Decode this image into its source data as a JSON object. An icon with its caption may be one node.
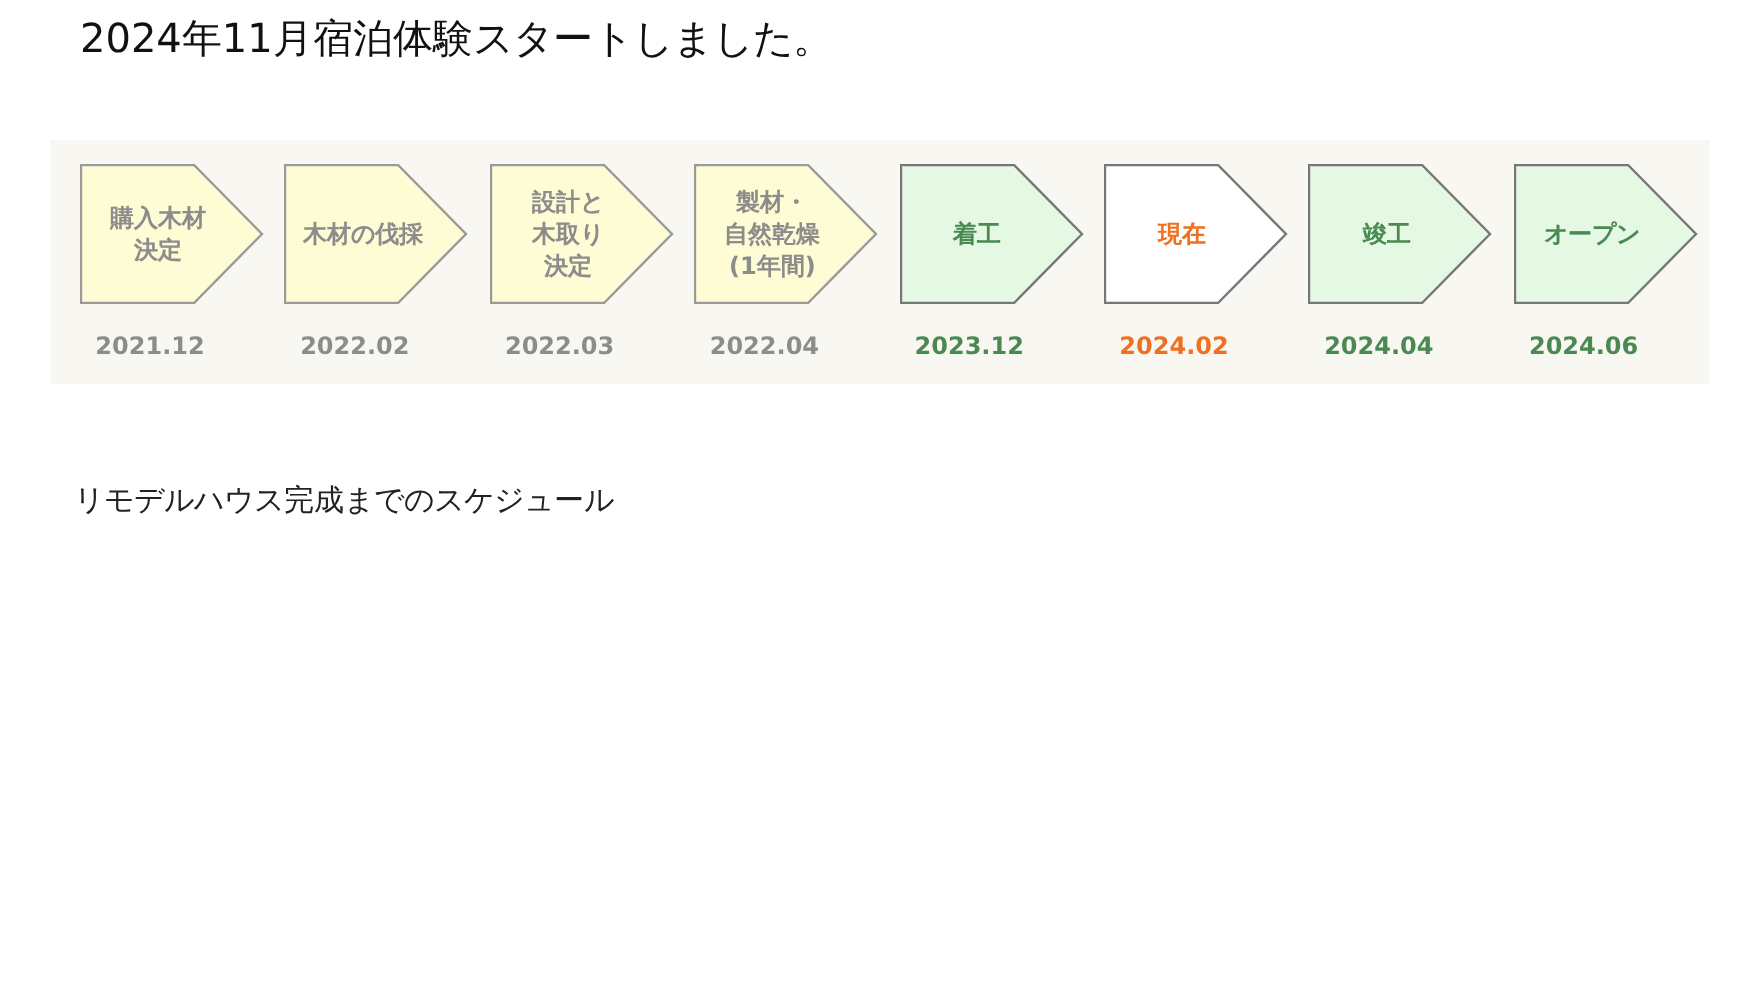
{
  "diagram": {
    "title": "2024年11月宿泊体験スタートしました。",
    "caption": "リモデルハウス完成までのスケジュール",
    "nodes": [
      {
        "text": [
          "購入木材決定"
        ],
        "beside": [
          "2021.12"
        ]
      },
      {
        "text": [
          "木材の伐採"
        ],
        "beside": [
          "2022.02"
        ]
      },
      {
        "text": [
          "設計と木取り決定"
        ],
        "beside": [
          "2022.03"
        ]
      },
      {
        "text": [
          "製材・自然乾燥(1年間)"
        ],
        "beside": [
          "2022.04"
        ]
      },
      {
        "text": [
          "着工"
        ],
        "beside": [
          "2023.12"
        ]
      },
      {
        "text": [
          "現在"
        ],
        "beside": [
          "2024.02"
        ]
      },
      {
        "text": [
          "竣工"
        ],
        "beside": [
          "2024.04"
        ]
      },
      {
        "text": [
          "オープン"
        ],
        "beside": [
          "2024.06"
        ]
      }
    ],
    "edges": []
  }
}
